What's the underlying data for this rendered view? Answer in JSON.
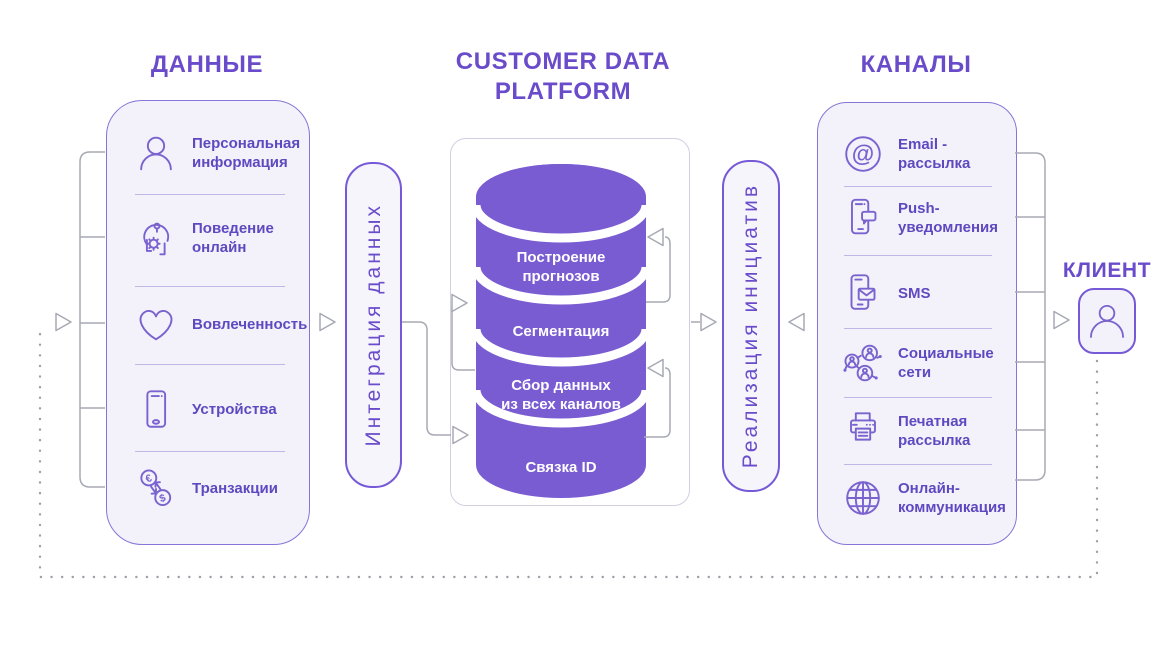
{
  "titles": {
    "data_sources": "ДАННЫЕ",
    "platform": "CUSTOMER DATA\nPLATFORM",
    "channels": "КАНАЛЫ",
    "client": "КЛИЕНТ"
  },
  "bars": {
    "integration": "Интеграция данных",
    "realization": "Реализация инициатив"
  },
  "data_panel": {
    "items": [
      {
        "icon": "person-icon",
        "label": "Персональная\nинформация"
      },
      {
        "icon": "online-behavior-icon",
        "label": "Поведение\nонлайн"
      },
      {
        "icon": "heart-icon",
        "label": "Вовлеченность"
      },
      {
        "icon": "smartphone-icon",
        "label": "Устройства"
      },
      {
        "icon": "currency-exchange-icon",
        "label": "Транзакции"
      }
    ]
  },
  "cdp": {
    "segments": [
      "Построение\nпрогнозов",
      "Сегментация",
      "Сбор данных\nиз всех каналов",
      "Связка ID"
    ]
  },
  "channels_panel": {
    "items": [
      {
        "icon": "email-at-icon",
        "label": "Email -\nрассылка"
      },
      {
        "icon": "push-notification-icon",
        "label": "Push-\nуведомления"
      },
      {
        "icon": "sms-icon",
        "label": "SMS"
      },
      {
        "icon": "social-network-icon",
        "label": "Социальные\nсети"
      },
      {
        "icon": "printer-icon",
        "label": "Печатная\nрассылка"
      },
      {
        "icon": "globe-icon",
        "label": "Онлайн-\nкоммуникация"
      }
    ]
  },
  "colors": {
    "accent": "#6a4ccb",
    "cylinder": "#7a5cd2",
    "panel-bg": "#f3f2fa",
    "panel-border": "#8874d6",
    "bar-border": "#7659d6",
    "bar-bg": "#f6f5fc",
    "label": "#5e49c0",
    "icon": "#7a63cf",
    "connector": "#a7a9b3",
    "dotted": "#9ba0a9",
    "container-border": "#d3cee4"
  }
}
